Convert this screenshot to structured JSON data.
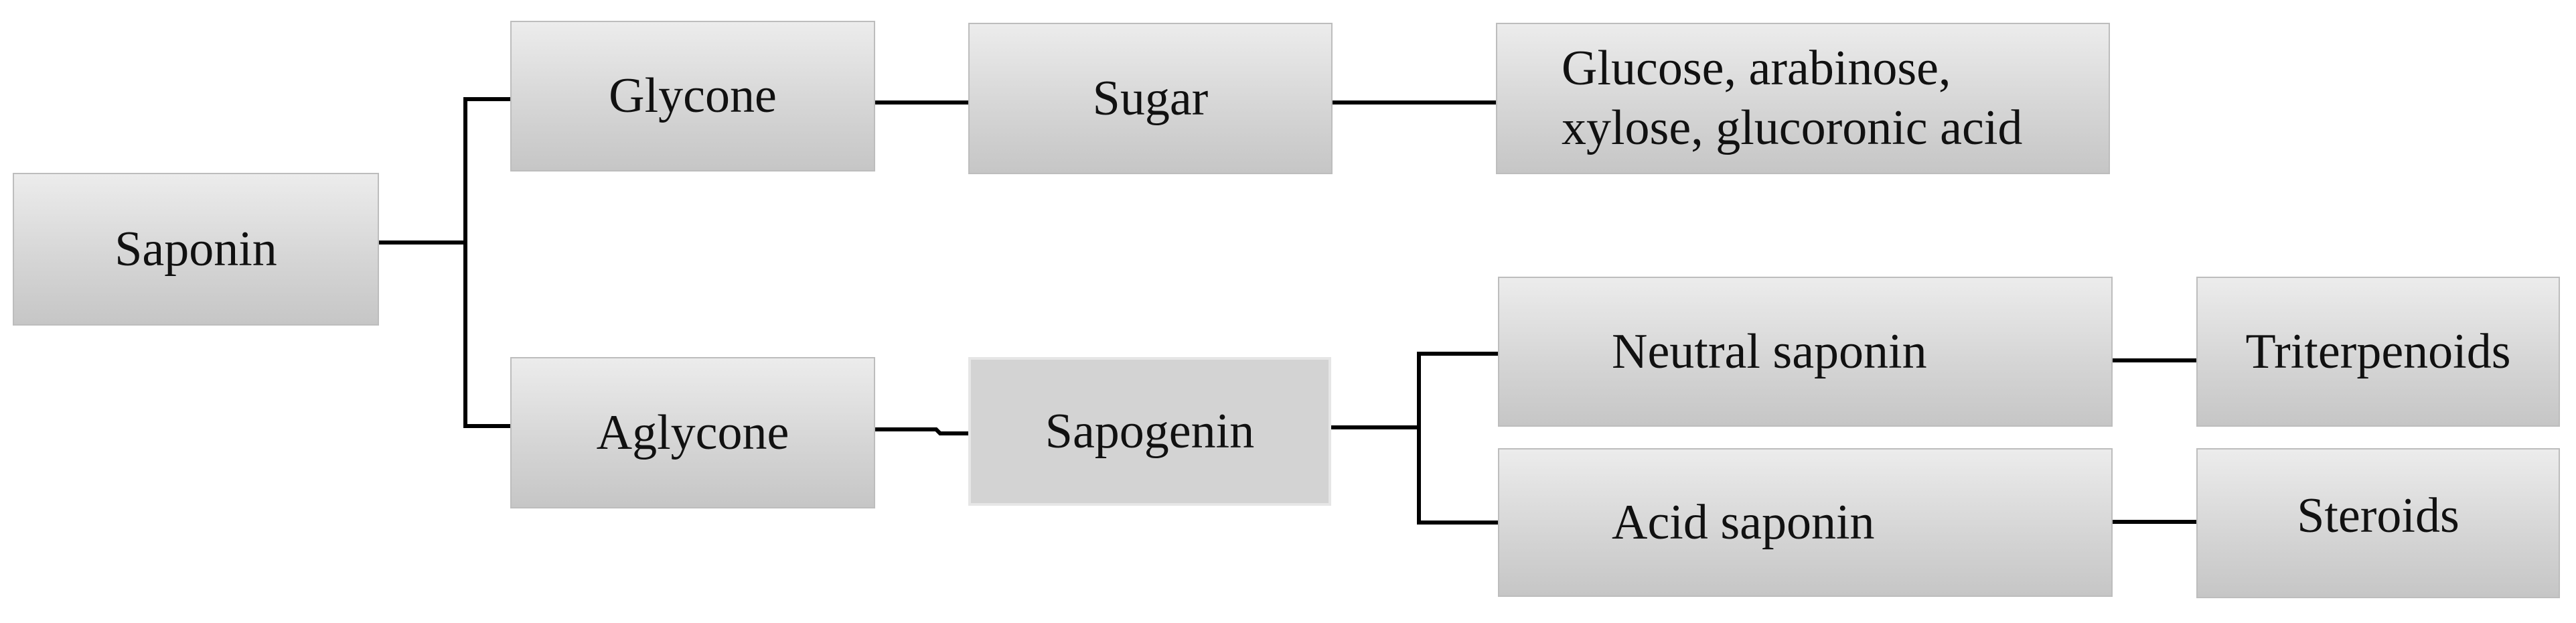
{
  "diagram": {
    "root": {
      "label": "Saponin"
    },
    "glycone": {
      "label": "Glycone"
    },
    "sugar": {
      "label": "Sugar"
    },
    "sugars_list": {
      "line1": "Glucose, arabinose,",
      "line2": "xylose, glucoronic acid"
    },
    "aglycone": {
      "label": "Aglycone"
    },
    "sapogenin": {
      "label": "Sapogenin"
    },
    "neutral_saponin": {
      "label": "Neutral saponin"
    },
    "triterpenoids": {
      "label": "Triterpenoids"
    },
    "acid_saponin": {
      "label": "Acid saponin"
    },
    "steroids": {
      "label": "Steroids"
    }
  },
  "colors": {
    "box_fill_top": "#ececec",
    "box_fill_bottom": "#c6c6c6",
    "box_border": "#bdbdbd",
    "connector": "#000000",
    "text": "#111111"
  }
}
